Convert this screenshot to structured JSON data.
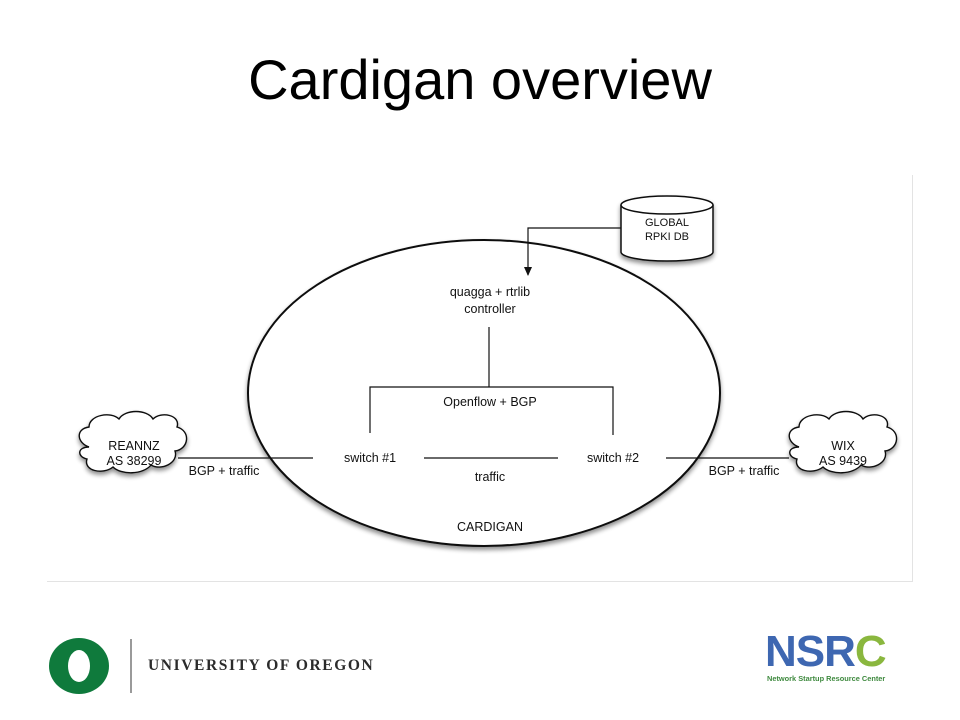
{
  "slide": {
    "title": "Cardigan overview"
  },
  "diagram": {
    "database": {
      "line1": "GLOBAL",
      "line2": "RPKI DB"
    },
    "controller": {
      "line1": "quagga + rtrlib",
      "line2": "controller"
    },
    "link_openflow": "Openflow + BGP",
    "switch1": "switch #1",
    "switch2": "switch #2",
    "link_traffic": "traffic",
    "region_label": "CARDIGAN",
    "left_peer": {
      "line1": "REANNZ",
      "line2": "AS 38299"
    },
    "left_link": "BGP + traffic",
    "right_peer": {
      "line1": "WIX",
      "line2": "AS 9439"
    },
    "right_link": "BGP + traffic"
  },
  "footer": {
    "university": "UNIVERSITY OF OREGON",
    "nsrc": {
      "letters": [
        "N",
        "S",
        "R",
        "C"
      ],
      "tagline": "Network Startup Resource Center"
    }
  },
  "colors": {
    "uo_green": "#0f7a3c",
    "nsrc_blue": "#3e67b1",
    "nsrc_green": "#8ab73e",
    "nsrc_tagline": "#3f8a3f"
  }
}
